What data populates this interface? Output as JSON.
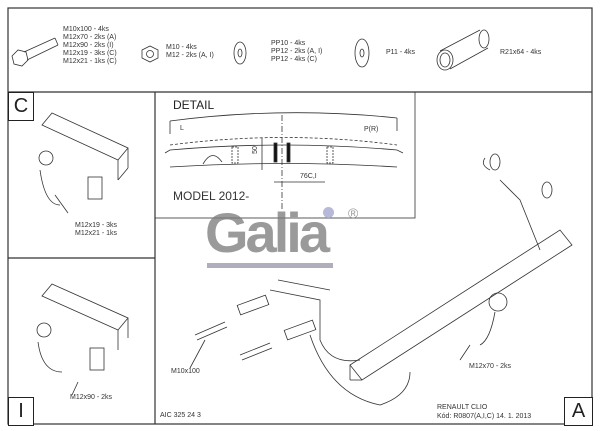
{
  "parts": {
    "bolts": [
      "M10x100 - 4ks",
      "M12x70 - 2ks (A)",
      "M12x90 - 2ks (I)",
      "M12x19 - 3ks (C)",
      "M12x21 - 1ks (C)"
    ],
    "nuts": [
      "M10 - 4ks",
      "M12 - 2ks (A, I)"
    ],
    "washers": [
      "PP10 - 4ks",
      "PP12 - 2ks (A, I)",
      "PP12 - 4ks (C)"
    ],
    "washer_p11": "P11 - 4ks",
    "spacer": "R21x64 - 4ks"
  },
  "panels": {
    "c_label": "C",
    "i_label": "I",
    "a_label": "A"
  },
  "panel_c": {
    "bolts": [
      "M12x19 - 3ks",
      "M12x21 - 1ks"
    ]
  },
  "panel_i": {
    "bolt": "M12x90 - 2ks"
  },
  "detail": {
    "title": "DETAIL",
    "left": "L",
    "right": "P(R)",
    "dim_50": "50",
    "dim_76": "76C,I",
    "model": "MODEL 2012-"
  },
  "logo": {
    "text": "Galia",
    "registered": "®"
  },
  "main": {
    "bolt_m10": "M10x100",
    "bolt_m12": "M12x70 - 2ks"
  },
  "footer": {
    "code": "AIC 325 24 3",
    "vehicle": "RENAULT CLIO",
    "kod": "Kód: R0807(A,I,C)  14. 1. 2013"
  }
}
